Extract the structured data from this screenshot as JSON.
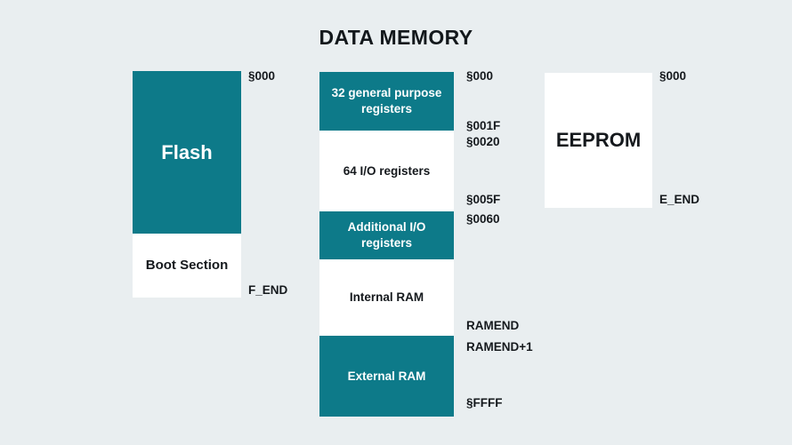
{
  "title": "DATA MEMORY",
  "colors": {
    "background": "#e9eef0",
    "fill": "#0d7a89",
    "empty": "#ffffff",
    "text_dark": "#15191d",
    "text_light": "#ffffff"
  },
  "columns": {
    "flash": {
      "name": "Flash memory column",
      "blocks": [
        {
          "label": "Flash",
          "style": "fill",
          "size": "lg"
        },
        {
          "label": "Boot Section",
          "style": "empty",
          "size": "md"
        }
      ],
      "addresses": [
        {
          "text": "§000"
        },
        {
          "text": "F_END"
        }
      ]
    },
    "data": {
      "name": "Data memory column",
      "blocks": [
        {
          "label": "32 general purpose registers",
          "style": "fill",
          "size": "sm"
        },
        {
          "label": "64 I/O registers",
          "style": "empty",
          "size": "sm"
        },
        {
          "label": "Additional I/O registers",
          "style": "fill",
          "size": "sm"
        },
        {
          "label": "Internal RAM",
          "style": "empty",
          "size": "sm"
        },
        {
          "label": "External RAM",
          "style": "fill",
          "size": "sm"
        }
      ],
      "addresses": [
        {
          "text": "§000"
        },
        {
          "text": "§001F"
        },
        {
          "text": "§0020"
        },
        {
          "text": "§005F"
        },
        {
          "text": "§0060"
        },
        {
          "text": "RAMEND"
        },
        {
          "text": "RAMEND+1"
        },
        {
          "text": "§FFFF"
        }
      ]
    },
    "eeprom": {
      "name": "EEPROM column",
      "blocks": [
        {
          "label": "EEPROM",
          "style": "empty",
          "size": "lg"
        }
      ],
      "addresses": [
        {
          "text": "§000"
        },
        {
          "text": "E_END"
        }
      ]
    }
  }
}
